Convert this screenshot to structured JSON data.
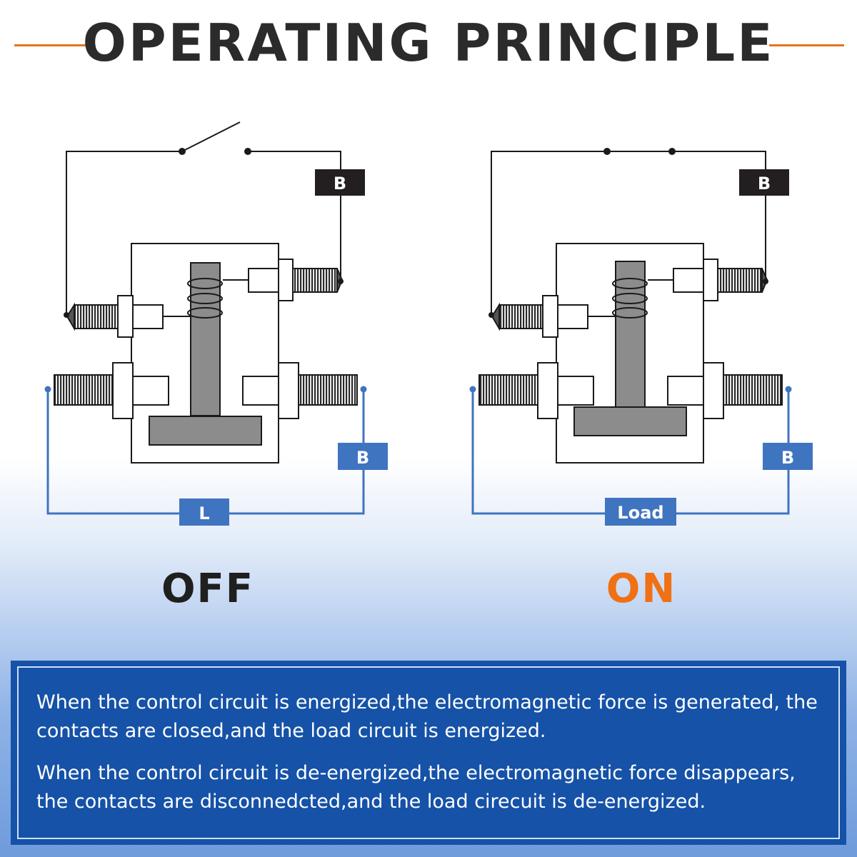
{
  "header": {
    "title": "OPERATING PRINCIPLE"
  },
  "diagram_off": {
    "control_terminal": "B",
    "load_terminal": "B",
    "load_label": "L",
    "state": "OFF"
  },
  "diagram_on": {
    "control_terminal": "B",
    "load_terminal": "B",
    "load_label": "Load",
    "state": "ON"
  },
  "description": {
    "paragraph_1": "When the control circuit is energized,the electromagnetic force is generated, the contacts are closed,and the load circuit is energized.",
    "paragraph_2": "When the control circuit is de-energized,the electromagnetic force disappears, the contacts are disconnedcted,and the load cirecuit is de-energized."
  },
  "colors": {
    "accent_orange": "#f07014",
    "blue_line": "#3f74c0",
    "panel_blue": "#1552a8",
    "dark_box": "#231f20",
    "core_gray": "#8c8c8c"
  }
}
